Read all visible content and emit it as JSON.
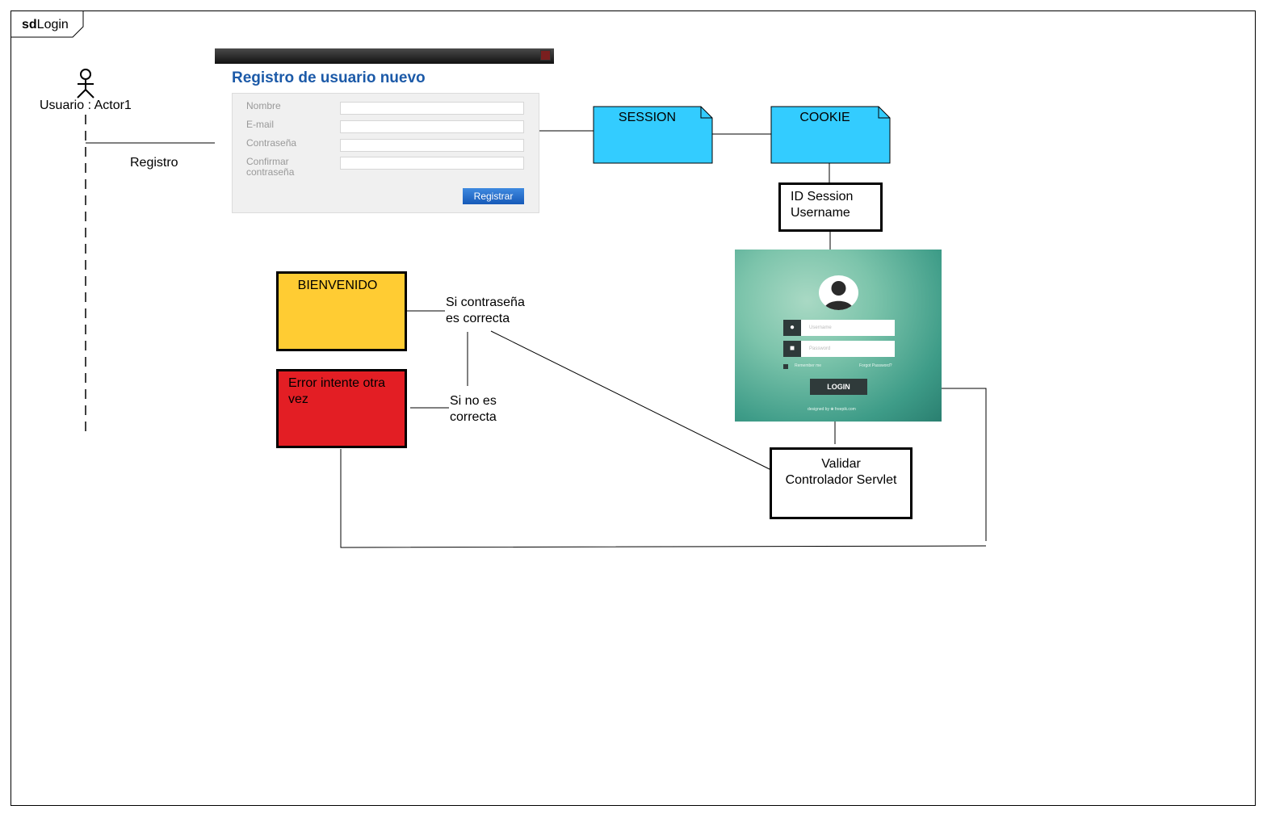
{
  "frame": {
    "keyword": "sd",
    "name": "Login"
  },
  "actor": {
    "label": "Usuario : Actor1"
  },
  "message": {
    "label": "Registro"
  },
  "registration": {
    "heading": "Registro de usuario nuevo",
    "fields": [
      "Nombre",
      "E-mail",
      "Contraseña",
      "Confirmar\ncontraseña"
    ],
    "button": "Registrar"
  },
  "notes": {
    "session": "SESSION",
    "cookie": "COOKIE"
  },
  "boxes": {
    "idsession": "ID Session\nUsername",
    "bienvenido": "BIENVENIDO",
    "error": "Error intente otra\nvez",
    "validar": "Validar\nControlador Servlet"
  },
  "conditions": {
    "correct": "Si contraseña\nes correcta",
    "incorrect": "Si no es\ncorrecta"
  },
  "login": {
    "username_placeholder": "Username",
    "password_placeholder": "Password",
    "remember": "Remember me",
    "forgot": "Forgot Password?",
    "button": "LOGIN",
    "footer": "designed by ❀ freepik.com"
  },
  "colors": {
    "note_fill": "#33ccff",
    "bienvenido_fill": "#ffcc33",
    "error_fill": "#e31e24",
    "heading_blue": "#1c5aa8"
  }
}
